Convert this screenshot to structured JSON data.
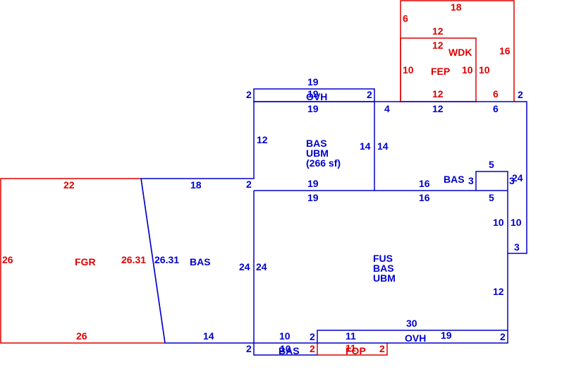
{
  "colors": {
    "blue": "#0000cc",
    "red": "#dd0000",
    "background": "#ffffff"
  },
  "areas": {
    "bas_upper": [
      "BAS",
      "UBM",
      "(266 sf)"
    ],
    "bas_center": [
      "FUS",
      "BAS",
      "UBM"
    ],
    "bas_left": "BAS",
    "bas_small": "BAS",
    "bas_bottom": "BAS",
    "fgr": "FGR",
    "fep": "FEP",
    "wdk": "WDK",
    "fop": "FOP",
    "ovh_top": "OVH",
    "ovh_bottom": "OVH"
  },
  "dims": {
    "wdk_top": "18",
    "wdk_left": "6",
    "wdk_right": "16",
    "wdk_bottom": "6",
    "fep_top_a": "12",
    "fep_top_b": "12",
    "fep_left": "10",
    "fep_right": "10",
    "wdk_inner_left": "10",
    "fep_bottom": "12",
    "ovh_top_dim": "19",
    "ovh_top_inner": "19",
    "ovh_left": "2",
    "ovh_right": "2",
    "upper_top": "19",
    "upper_left": "12",
    "upper_right_a": "14",
    "upper_right_b": "14",
    "upper_bottom": "19",
    "east_top_4": "4",
    "east_top_12": "12",
    "east_top_6": "6",
    "east_right_2": "2",
    "bas3_top": "5",
    "bas3_left": "3",
    "bas3_right": "3",
    "bas3_bottom": "5",
    "east_right_24": "24",
    "center_top_19": "19",
    "center_top_16": "16",
    "upper_right_16": "16",
    "notch_left": "10",
    "notch_right": "10",
    "notch_bottom": "3",
    "center_right_12": "12",
    "center_30": "30",
    "left_top": "18",
    "left_step": "2",
    "left_diag_b": "26.31",
    "center_left_a": "24",
    "center_left_b": "24",
    "left_bottom": "14",
    "fgr_top": "22",
    "fgr_left": "26",
    "fgr_right": "26.31",
    "fgr_bottom": "26",
    "ovh_b_10": "10",
    "ovh_b_2_left": "2",
    "ovh_b_11": "11",
    "ovh_b_19": "19",
    "ovh_b_2_right": "2",
    "bot_2_left": "2",
    "bot_10": "10",
    "fop_2_left": "2",
    "fop_11": "11",
    "fop_2_right": "2"
  }
}
